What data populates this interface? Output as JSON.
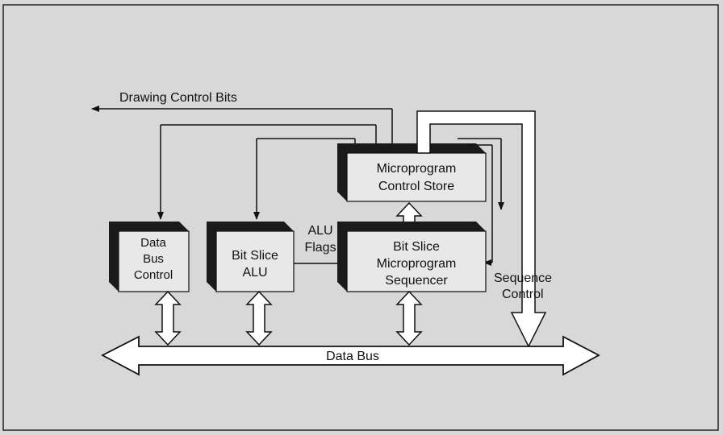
{
  "labels": {
    "drawing_control_bits": "Drawing Control Bits",
    "alu_flags_1": "ALU",
    "alu_flags_2": "Flags",
    "sequence_control_1": "Sequence",
    "sequence_control_2": "Control",
    "data_bus": "Data Bus"
  },
  "blocks": {
    "data_bus_control": [
      "Data",
      "Bus",
      "Control"
    ],
    "bit_slice_alu": [
      "Bit Slice",
      "ALU"
    ],
    "microprogram_control_store": [
      "Microprogram",
      "Control Store"
    ],
    "bit_slice_sequencer": [
      "Bit Slice",
      "Microprogram",
      "Sequencer"
    ]
  },
  "colors": {
    "background": "#d8d8d8",
    "block_face": "#e8e8e8",
    "block_shadow": "#1a1a1a",
    "line": "#111111",
    "hollow_arrow": "#ffffff"
  }
}
